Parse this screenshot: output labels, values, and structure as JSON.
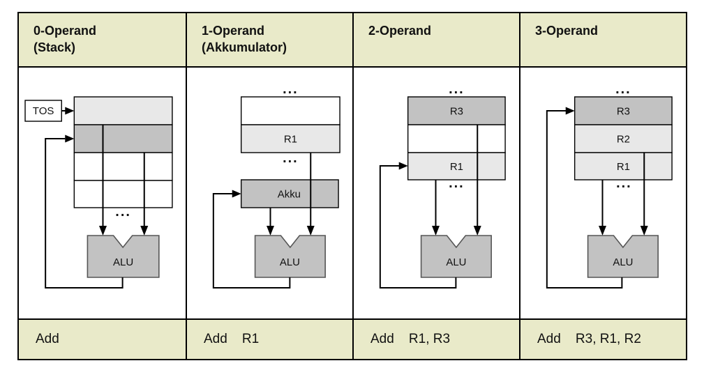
{
  "figure": {
    "title_semantics": "Operand architectures comparison",
    "colors": {
      "panel_bg": "#e9eac9",
      "cell_light": "#e8e8e8",
      "cell_dark": "#c2c2c2",
      "alu_fill": "#c2c2c2",
      "line": "#000000"
    },
    "columns": [
      {
        "header_line1": "0-Operand",
        "header_line2": "(Stack)",
        "instruction": "Add",
        "diagram": {
          "tos_label": "TOS",
          "cells": [
            "",
            "",
            "",
            ""
          ],
          "dots_bottom": "...",
          "alu_label": "ALU"
        }
      },
      {
        "header_line1": "1-Operand",
        "header_line2": "(Akkumulator)",
        "instruction": "Add    R1",
        "diagram": {
          "dots_top": "...",
          "cells": [
            "",
            "R1"
          ],
          "dots_mid": "...",
          "akku_label": "Akku",
          "alu_label": "ALU"
        }
      },
      {
        "header_line1": "2-Operand",
        "header_line2": "",
        "instruction": "Add    R1, R3",
        "diagram": {
          "dots_top": "...",
          "cells": [
            "R3",
            "",
            "R1"
          ],
          "dots_bottom": "...",
          "alu_label": "ALU"
        }
      },
      {
        "header_line1": "3-Operand",
        "header_line2": "",
        "instruction": "Add    R3, R1, R2",
        "diagram": {
          "dots_top": "...",
          "cells": [
            "R3",
            "R2",
            "R1"
          ],
          "dots_bottom": "...",
          "alu_label": "ALU"
        }
      }
    ]
  }
}
